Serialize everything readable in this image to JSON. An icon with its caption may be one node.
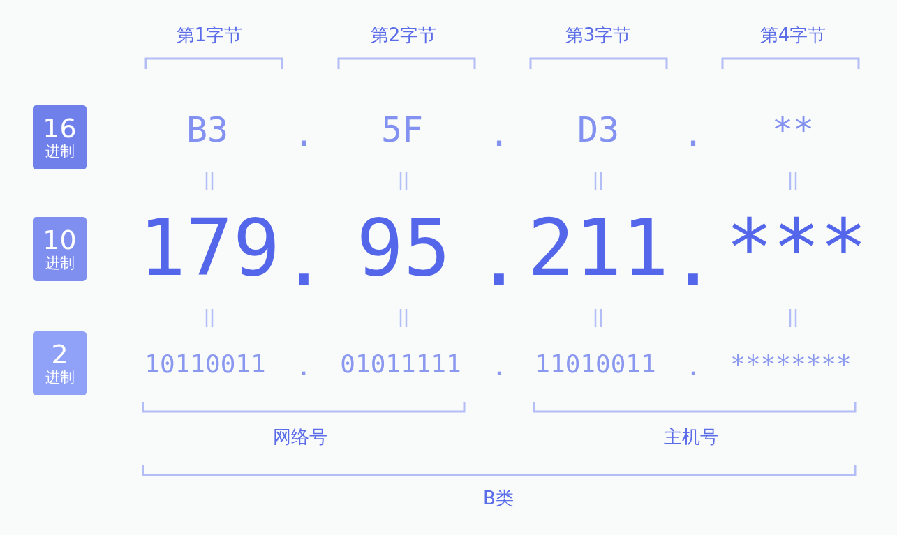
{
  "diagram": {
    "nodes": [
      {
        "text": [
          "16",
          "进制"
        ]
      },
      {
        "text": [
          "10",
          "进制"
        ]
      },
      {
        "text": [
          "2",
          "进制"
        ]
      }
    ],
    "labels": [
      "第1字节",
      "第2字节",
      "第3字节",
      "第4字节",
      "B3",
      ".",
      "5F",
      ".",
      "D3",
      ".",
      "**",
      "179",
      ".",
      "95",
      ".",
      "211",
      ".",
      "***",
      "10110011",
      ".",
      "01011111",
      ".",
      "11010011",
      ".",
      "********",
      "网络号",
      "主机号",
      "B类"
    ]
  }
}
